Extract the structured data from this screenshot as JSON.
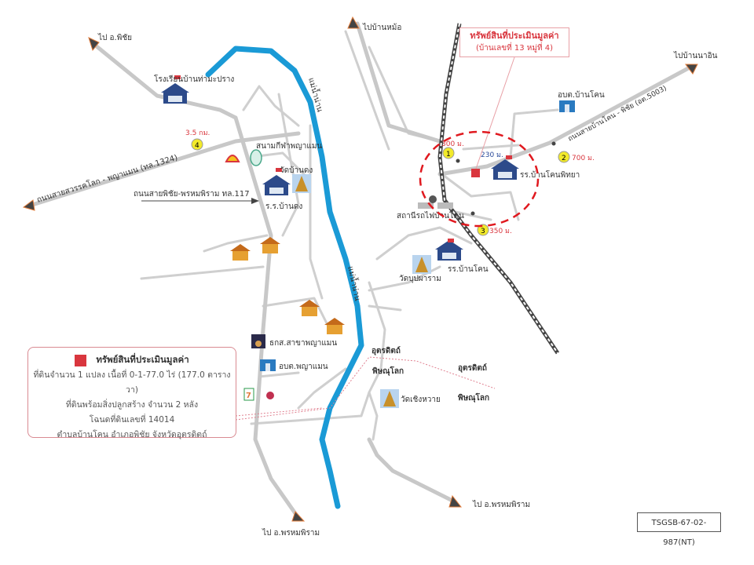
{
  "callout": {
    "title": "ทรัพย์สินที่ประเมินมูลค่า",
    "subtitle": "(บ้านเลขที่ 13 หมู่ที่ 4)"
  },
  "legend": {
    "title": "ทรัพย์สินที่ประเมินมูลค่า",
    "lines": [
      "ที่ดินจำนวน 1 แปลง เนื้อที่ 0-1-77.0 ไร่ (177.0 ตารางวา)",
      "ที่ดินพร้อมสิ่งปลูกสร้าง จำนวน 2 หลัง",
      "โฉนดที่ดินเลขที่ 14014",
      "ตำบลบ้านโคน  อำเภอพิชัย  จังหวัดอุตรดิตถ์"
    ]
  },
  "document_id": "TSGSB-67-02-987(NT)",
  "directions": {
    "to_phichai": "ไป อ.พิชัย",
    "to_ban_mo": "ไปบ้านหม้อ",
    "to_ban_na_in": "ไปบ้านนาอิน",
    "to_phrom_phiram_1": "ไป อ.พรหมพิราม",
    "to_phrom_phiram_2": "ไป อ.พรหมพิราม"
  },
  "roads": {
    "road_1324": "ถนนสายสวรรคโลก - พญาแมน (ทล.1324)",
    "road_117": "ถนนสายพิชัย-พรหมพิราม ทล.117",
    "road_5003": "ถนนสายบ้านโคน - พิชัย (อต.5003)"
  },
  "river": {
    "label_1": "แม่น้ำน่าน",
    "label_2": "แม่น้ำน่าน"
  },
  "places": {
    "school_tha_maprang": "โรงเรียนบ้านท่ามะปราง",
    "stadium": "สนามกีฬาพญาแมน",
    "wat_ban_dong": "วัดบ้านดง",
    "school_ban_dong": "ร.ร.บ้านดง",
    "baac": "ธกส.สาขาพญาแมน",
    "sao_phaya_maen": "อบต.พญาแมน",
    "sao_ban_khon": "อบต.บ้านโคน",
    "school_khon_phitthaya": "รร.บ้านโคนพิทยา",
    "station": "สถานีรถไฟบ้านโคน",
    "wat_bu_pharam": "วัดบุปผาราม",
    "school_ban_khon": "รร.บ้านโคน",
    "wat_choeng_wai": "วัดเชิงหวาย",
    "uttaradit_1": "อุตรดิตถ์",
    "phitsanulok_1": "พิษณุโลก",
    "uttaradit_2": "อุตรดิตถ์",
    "phitsanulok_2": "พิษณุโลก"
  },
  "markers": [
    {
      "num": "1",
      "dist": "300 ม."
    },
    {
      "num": "2",
      "dist": "700 ม."
    },
    {
      "num": "3",
      "dist": "350 ม."
    },
    {
      "num": "4",
      "dist": "3.5 กม."
    }
  ],
  "segment_distance": "230 ม.",
  "colors": {
    "river": "#1a9ad6",
    "property": "#d9363e",
    "road": "#c8c8c8",
    "marker": "#f2ea2a"
  }
}
